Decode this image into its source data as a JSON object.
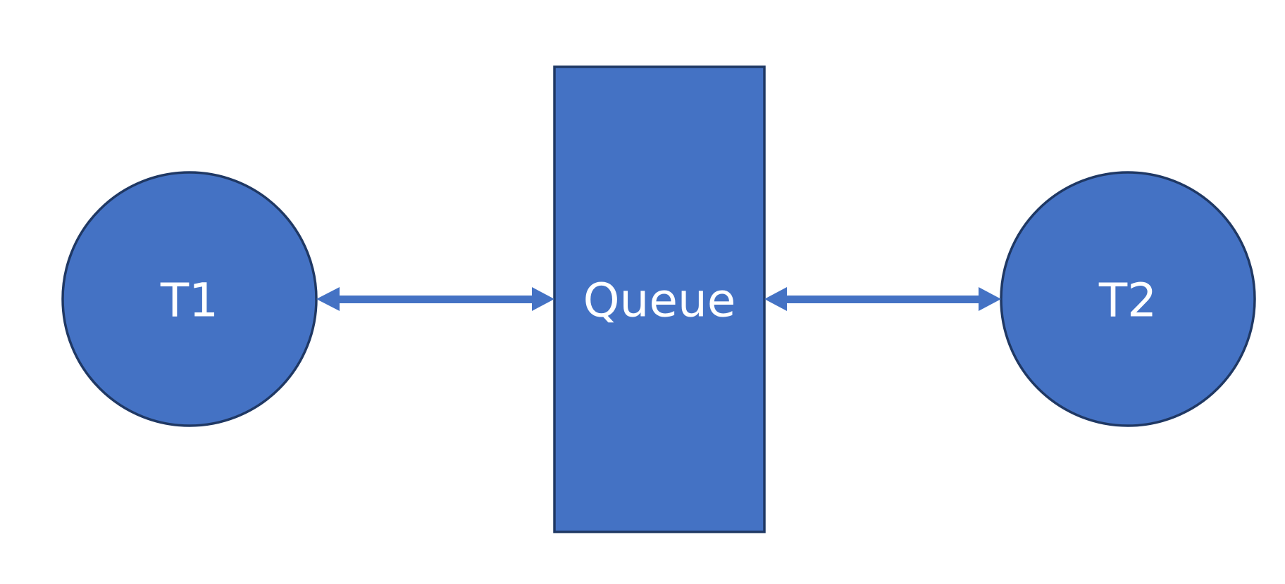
{
  "diagram": {
    "nodes": [
      {
        "id": "t1",
        "label": "T1",
        "shape": "circle"
      },
      {
        "id": "queue",
        "label": "Queue",
        "shape": "rectangle"
      },
      {
        "id": "t2",
        "label": "T2",
        "shape": "circle"
      }
    ],
    "edges": [
      {
        "from": "t1",
        "to": "queue",
        "direction": "bidirectional"
      },
      {
        "from": "queue",
        "to": "t2",
        "direction": "bidirectional"
      }
    ],
    "colors": {
      "fill": "#4472C4",
      "stroke": "#1F3864",
      "arrow": "#4472C4",
      "label": "#FFFFFF",
      "background": "#FFFFFF"
    }
  }
}
